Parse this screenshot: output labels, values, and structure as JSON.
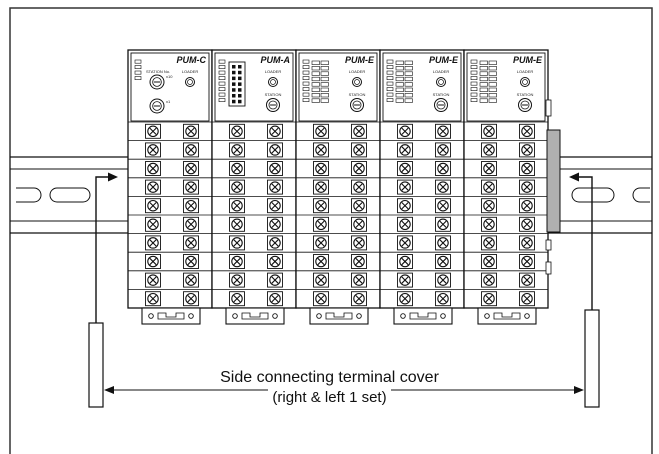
{
  "caption": {
    "line1": "Side connecting terminal cover",
    "line2": "(right & left 1 set)"
  },
  "modules": [
    {
      "title": "PUM-C",
      "type": "C",
      "labels": [
        "STATION No.",
        "x10",
        "x1",
        "LOADER"
      ]
    },
    {
      "title": "PUM-A",
      "type": "A",
      "labels": [
        "LOADER",
        "STATION"
      ]
    },
    {
      "title": "PUM-E",
      "type": "E",
      "labels": [
        "LOADER",
        "STATION"
      ]
    },
    {
      "title": "PUM-E",
      "type": "E",
      "labels": [
        "LOADER",
        "STATION"
      ]
    },
    {
      "title": "PUM-E",
      "type": "E",
      "labels": [
        "LOADER",
        "STATION"
      ]
    }
  ],
  "terminal_rows_per_module": 10,
  "colors": {
    "line": "#111111",
    "module_face": "#ffffff",
    "side_cover": "#b0b0b0",
    "frame": "#333333"
  }
}
